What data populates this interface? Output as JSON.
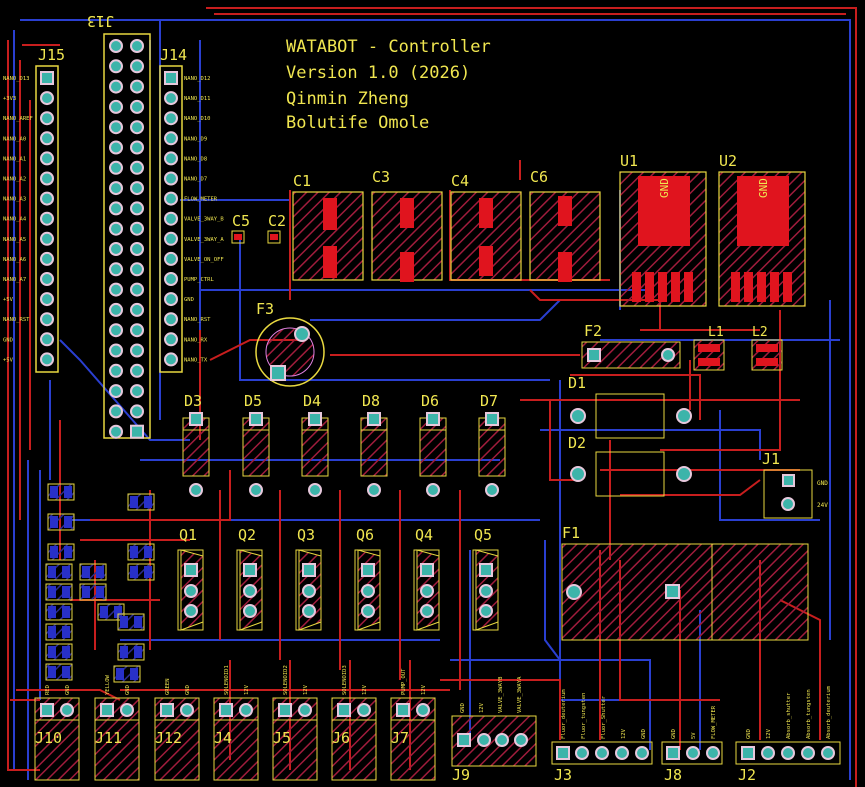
{
  "board": {
    "title_lines": [
      "WATABOT - Controller",
      "Version 1.0 (2026)",
      "Qinmin Zheng",
      "Bolutife Omole"
    ],
    "colors": {
      "background": "#000000",
      "trace_red": "#c81e1e",
      "trace_blue": "#2a3fd0",
      "silkscreen": "#f0e650",
      "outline": "#e8d840",
      "pad": "#3cb4aa",
      "pad_ring": "#e6c8dc",
      "pad_red": "#e0141e",
      "fab_label": "#e080e0",
      "hatch_red": "#a01c3c",
      "hatch_blue": "#2c2c8c",
      "fill_blue": "#2830c8"
    }
  },
  "designators": {
    "j15": "J15",
    "j13": "J13",
    "j14": "J14",
    "c1": "C1",
    "c3": "C3",
    "c4": "C4",
    "c6": "C6",
    "c5": "C5",
    "c2": "C2",
    "u1": "U1",
    "u2": "U2",
    "f3": "F3",
    "f2": "F2",
    "l1": "L1",
    "l2": "L2",
    "d1": "D1",
    "d2": "D2",
    "j1": "J1",
    "f1": "F1",
    "d3": "D3",
    "d5": "D5",
    "d4": "D4",
    "d8": "D8",
    "d6": "D6",
    "d7": "D7",
    "q1": "Q1",
    "q2": "Q2",
    "q3": "Q3",
    "q6": "Q6",
    "q4": "Q4",
    "q5": "Q5",
    "j10": "J10",
    "j11": "J11",
    "j12": "J12",
    "j4": "J4",
    "j5": "J5",
    "j6": "J6",
    "j7": "J7",
    "j9": "J9",
    "j3": "J3",
    "j8": "J8",
    "j2": "J2"
  },
  "j15_labels": [
    "NANO_D13",
    "+3V3",
    "NANO_AREF",
    "NANO_A0",
    "NANO_A1",
    "NANO_A2",
    "NANO_A3",
    "NANO_A4",
    "NANO_A5",
    "NANO_A6",
    "NANO_A7",
    "+5V",
    "NANO_RST",
    "GND",
    "+5V"
  ],
  "j14_labels": [
    "NANO_D12",
    "NANO_D11",
    "NANO_D10",
    "NANO_D9",
    "NANO_D8",
    "NANO_D7",
    "FLOW_METER",
    "VALVE_3WAY_B",
    "VALVE_3WAY_A",
    "VALVE_ON_OFF",
    "PUMP_CTRL",
    "GND",
    "NANO_RST",
    "NANO_RX",
    "NANO_TX"
  ],
  "u_pad_label": "GND",
  "j1_labels": [
    "GND",
    "24V"
  ],
  "connector_pin_labels": {
    "j10": [
      "RED",
      "GND"
    ],
    "j11": [
      "YELLOW",
      "GND"
    ],
    "j12": [
      "GREEN",
      "GND"
    ],
    "j4": [
      "SOLENOID1",
      "12V"
    ],
    "j5": [
      "SOLENOID2",
      "12V"
    ],
    "j6": [
      "SOLENOID3",
      "12V"
    ],
    "j7": [
      "PUMP_OUT",
      "12V"
    ],
    "j9": [
      "GND",
      "12V",
      "VALVE_3WAYB",
      "VALVE_3WAYA"
    ],
    "j3": [
      "Fluor_deuterium",
      "Fluor_tungsten",
      "Fluor_Shutter",
      "12V",
      "GND"
    ],
    "j8": [
      "GND",
      "5V",
      "FLOW_METER"
    ],
    "j2": [
      "GND",
      "12V",
      "Absorb_shutter",
      "Absorb_tungsten",
      "Absorb_deuterium"
    ]
  }
}
